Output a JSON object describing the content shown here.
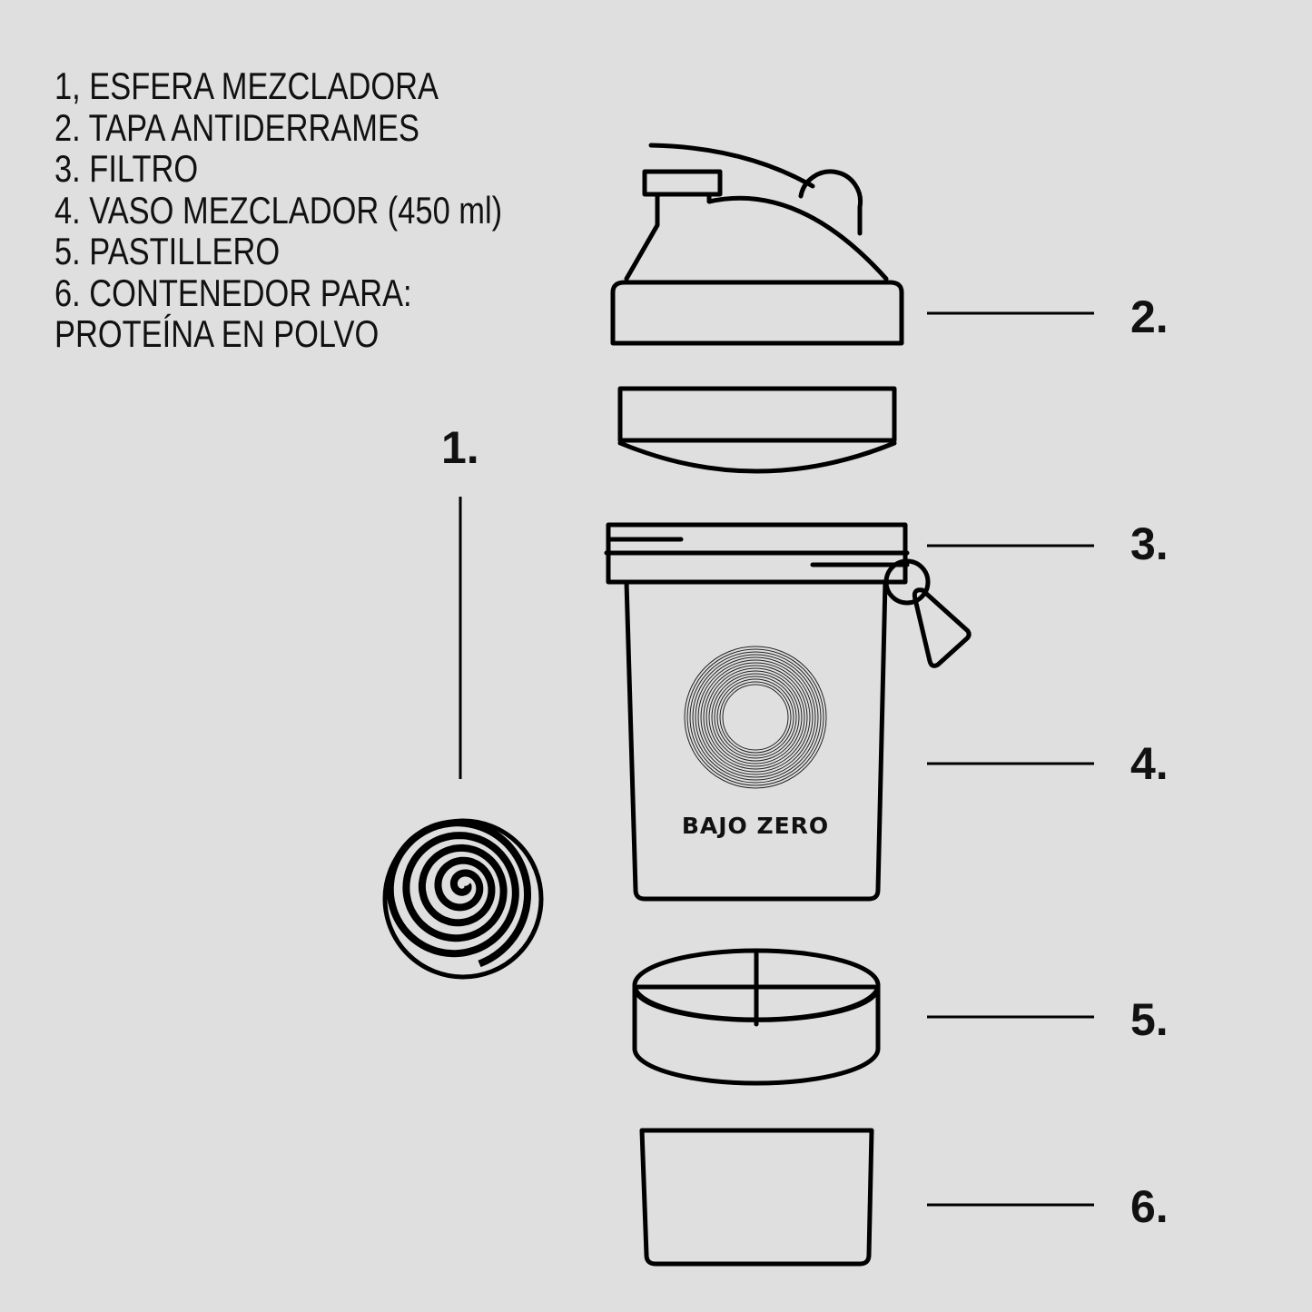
{
  "legend": {
    "items": [
      "1, ESFERA MEZCLADORA",
      "2. TAPA ANTIDERRAMES",
      "3. FILTRO",
      "4. VASO MEZCLADOR (450 ml)",
      "5. PASTILLERO",
      "6. CONTENEDOR PARA:",
      "PROTEÍNA EN POLVO"
    ]
  },
  "callouts": {
    "one": "1.",
    "two": "2.",
    "three": "3.",
    "four": "4.",
    "five": "5.",
    "six": "6."
  },
  "brand": "BAJO ZERO",
  "colors": {
    "background": "#dfdfdf",
    "ink": "#000000"
  }
}
